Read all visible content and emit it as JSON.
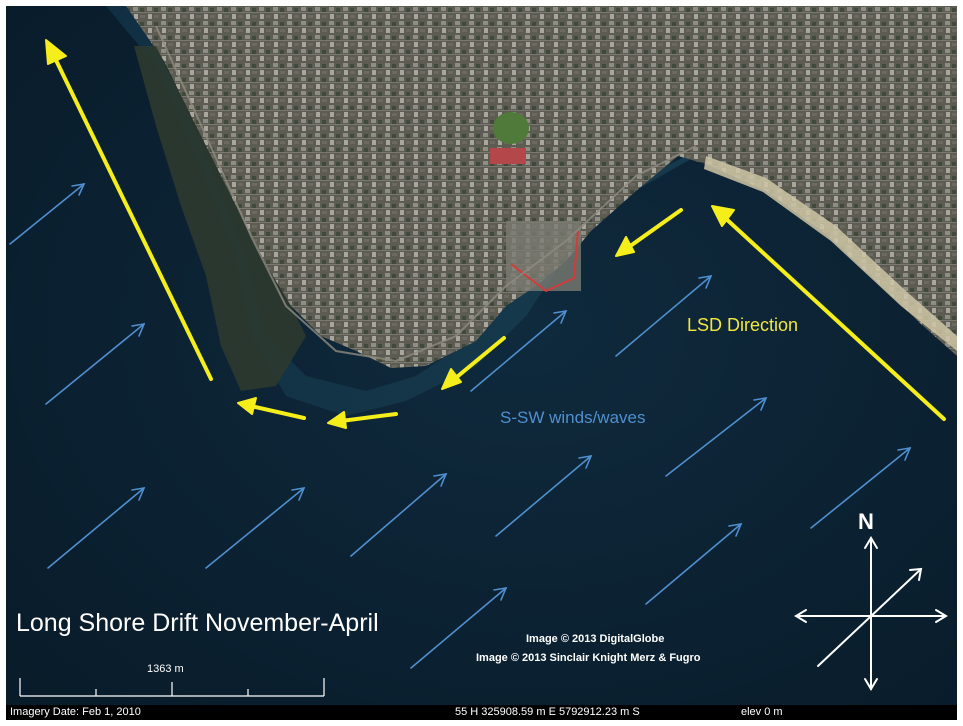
{
  "map": {
    "title": "Long Shore Drift November-April",
    "labels": {
      "lsd_direction": "LSD Direction",
      "winds": "S-SW winds/waves"
    },
    "credits": [
      "Image © 2013 DigitalGlobe",
      "Image © 2013 Sinclair Knight Merz & Fugro"
    ],
    "scale_bar": {
      "label": "1363 m"
    },
    "compass": {
      "north_label": "N"
    },
    "status_bar": {
      "imagery_date": "Imagery Date: Feb  1, 2010",
      "coordinates": "55 H 325908.59 m E 5792912.23 m S",
      "elevation": "elev    0 m"
    },
    "colors": {
      "sea": "#0c2233",
      "land": "#5b5a4e",
      "drift_arrow": "#f5ee1a",
      "wind_arrow": "#4f8fcf",
      "title_text": "#ffffff"
    }
  }
}
